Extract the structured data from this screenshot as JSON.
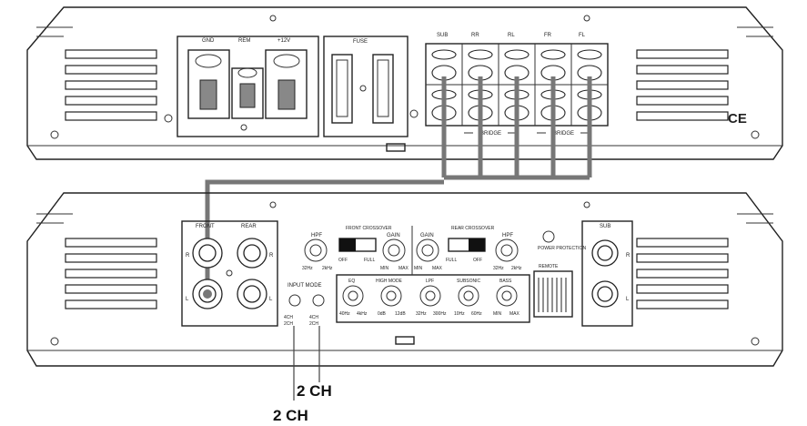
{
  "top_amp": {
    "power_labels": {
      "gnd": "GND",
      "rem": "REM",
      "v12": "+12V"
    },
    "fuse_label": "FUSE",
    "speaker_labels": [
      "SUB",
      "RR",
      "RL",
      "FR",
      "FL"
    ],
    "bridge_labels": [
      "BRIDGE",
      "BRIDGE"
    ],
    "ce_mark": "CE"
  },
  "bottom_amp": {
    "rca_front": "FRONT",
    "rca_rear": "REAR",
    "rca_sub": "SUB",
    "rca_r": "R",
    "rca_l": "L",
    "input_mode": "INPUT MODE",
    "input_mode_opts": [
      "4CH",
      "2CH"
    ],
    "front_crossover": "FRONT CROSSOVER",
    "rear_crossover": "REAR CROSSOVER",
    "hpf": "HPF",
    "gain": "GAIN",
    "off": "OFF",
    "full": "FULL",
    "min": "MIN",
    "max": "MAX",
    "hz_lo": "32Hz",
    "hz_hi": "2kHz",
    "power_protection": "POWER PROTECTION",
    "remote": "REMOTE",
    "knobs_row2": [
      {
        "label": "EQ",
        "lo": "40Hz",
        "hi": "4kHz"
      },
      {
        "label": "HIGH MODE",
        "lo": "0dB",
        "hi": "12dB"
      },
      {
        "label": "LPF",
        "lo": "32Hz",
        "hi": "300Hz"
      },
      {
        "label": "SUBSONIC",
        "lo": "10Hz",
        "hi": "60Hz"
      },
      {
        "label": "BASS",
        "lo": "MIN",
        "hi": "MAX"
      }
    ]
  },
  "callouts": {
    "upper": "2 CH",
    "lower": "2 CH"
  }
}
